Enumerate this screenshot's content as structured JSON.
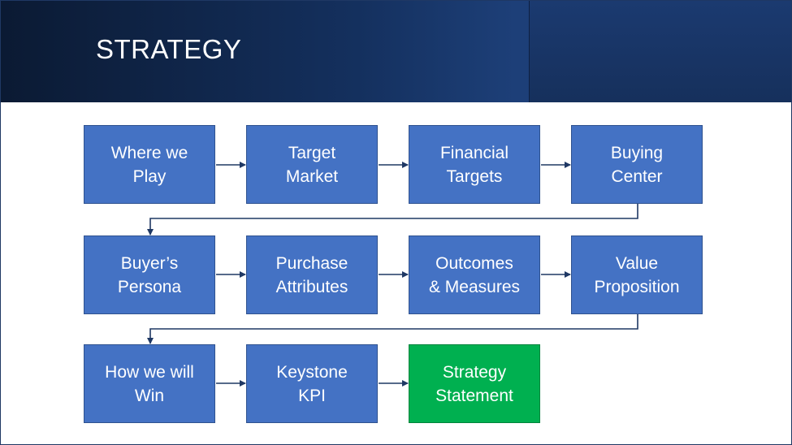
{
  "title": "STRATEGY",
  "colors": {
    "box_fill": "#4472c4",
    "final_fill": "#00b050",
    "connector": "#1f3864",
    "header_dark": "#0b1a33",
    "header_light": "#1d3f78"
  },
  "steps": [
    {
      "label": "Where we\nPlay"
    },
    {
      "label": "Target\nMarket"
    },
    {
      "label": "Financial\nTargets"
    },
    {
      "label": "Buying\nCenter"
    },
    {
      "label": "Buyer’s\nPersona"
    },
    {
      "label": "Purchase\nAttributes"
    },
    {
      "label": "Outcomes\n& Measures"
    },
    {
      "label": "Value\nProposition"
    },
    {
      "label": "How we will\nWin"
    },
    {
      "label": "Keystone\nKPI"
    },
    {
      "label": "Strategy\nStatement"
    }
  ]
}
